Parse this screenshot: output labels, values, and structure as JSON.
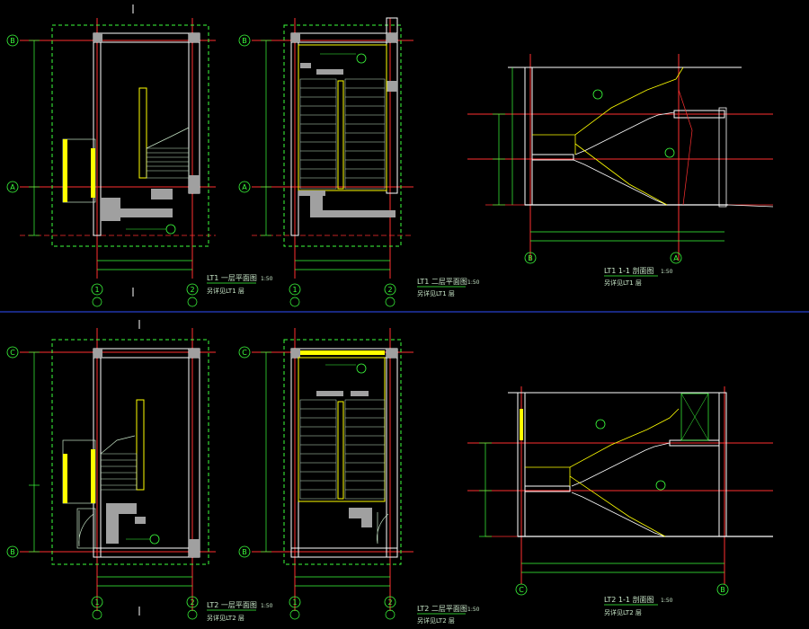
{
  "colors": {
    "background": "#000000",
    "wall": "#ffffff",
    "axis": "#ff3030",
    "dimension": "#3cff3c",
    "stair": "#ffff00",
    "annotation": "#c8e6c8",
    "separator": "#3050ff",
    "column_fill": "#a0a0a0",
    "slab": "#808080"
  },
  "grid_labels": {
    "row_b": "B",
    "row_a": "A",
    "row_c": "C",
    "col_1": "1",
    "col_2": "2",
    "col_1_sub": "1",
    "col_2_sub": "2"
  },
  "sheet_top": {
    "plan_first_title": "LT1  一层平面图",
    "plan_first_scale": "1:50",
    "plan_second_title": "LT1  二层平面图",
    "plan_second_scale": "1:50",
    "plan_note": "另详见LT1 层",
    "section_title": "LT1  1-1  剖面图",
    "section_scale": "1:50",
    "section_note": "另详见LT1 层"
  },
  "sheet_bottom": {
    "plan_first_title": "LT2  一层平面图",
    "plan_first_scale": "1:50",
    "plan_second_title": "LT2  二层平面图",
    "plan_second_scale": "1:50",
    "plan_note": "另详见LT2 层",
    "section_title": "LT2  1-1  剖面图",
    "section_scale": "1:50",
    "section_note": "另详见LT2 层"
  }
}
